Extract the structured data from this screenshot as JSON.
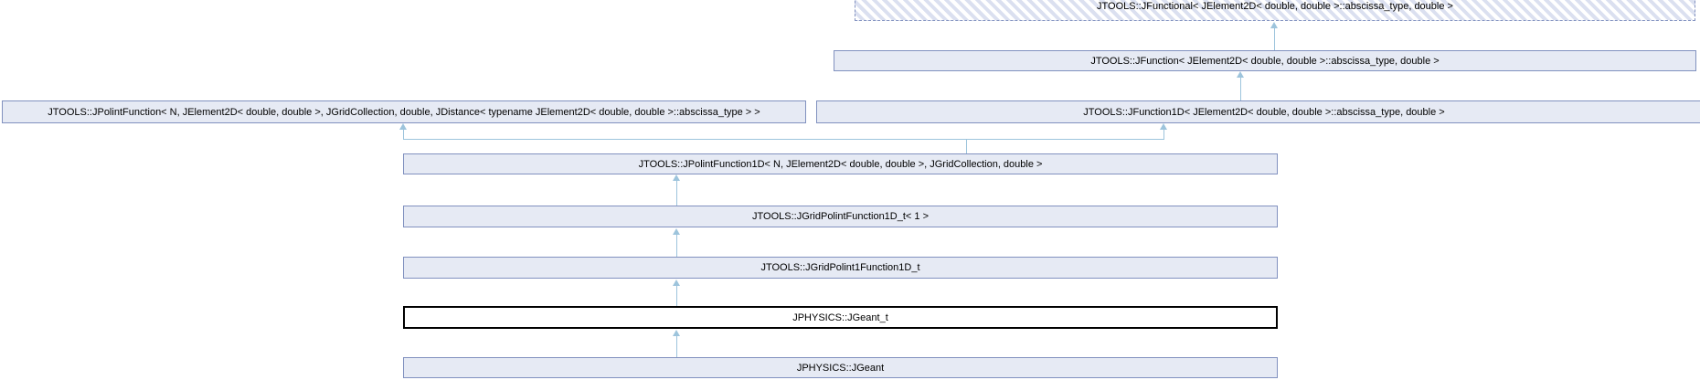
{
  "diagram": {
    "type": "class-inheritance-graph",
    "colors": {
      "node_fill": "#e6eaf4",
      "node_border": "#8191bf",
      "hatch_stripe": "#dbe0f0",
      "current_node_border": "#000000",
      "current_node_fill": "#ffffff",
      "edge": "#9dc4dc",
      "text": "#000000",
      "background": "#ffffff"
    },
    "nodes": [
      {
        "id": "jfunctional",
        "label": "JTOOLS::JFunctional< JElement2D< double, double >::abscissa_type, double >",
        "style": "dashed-hatched"
      },
      {
        "id": "jfunction",
        "label": "JTOOLS::JFunction< JElement2D< double, double >::abscissa_type, double >",
        "style": "solid"
      },
      {
        "id": "jpolintfunction",
        "label": "JTOOLS::JPolintFunction< N, JElement2D< double, double >, JGridCollection, double, JDistance< typename JElement2D< double, double >::abscissa_type > >",
        "style": "solid"
      },
      {
        "id": "jfunction1d",
        "label": "JTOOLS::JFunction1D< JElement2D< double, double >::abscissa_type, double >",
        "style": "solid"
      },
      {
        "id": "jpolintfunction1d",
        "label": "JTOOLS::JPolintFunction1D< N, JElement2D< double, double >, JGridCollection, double >",
        "style": "solid"
      },
      {
        "id": "jgridpolintfunction1d_t",
        "label": "JTOOLS::JGridPolintFunction1D_t< 1 >",
        "style": "solid"
      },
      {
        "id": "jgridpolint1function1d_t",
        "label": "JTOOLS::JGridPolint1Function1D_t",
        "style": "solid"
      },
      {
        "id": "jgeant_t",
        "label": "JPHYSICS::JGeant_t",
        "style": "current-class"
      },
      {
        "id": "jgeant",
        "label": "JPHYSICS::JGeant",
        "style": "solid"
      }
    ],
    "edges": [
      {
        "from": "jfunction",
        "to": "jfunctional",
        "type": "inherits"
      },
      {
        "from": "jfunction1d",
        "to": "jfunction",
        "type": "inherits"
      },
      {
        "from": "jpolintfunction1d",
        "to": "jpolintfunction",
        "type": "inherits"
      },
      {
        "from": "jpolintfunction1d",
        "to": "jfunction1d",
        "type": "inherits"
      },
      {
        "from": "jgridpolintfunction1d_t",
        "to": "jpolintfunction1d",
        "type": "inherits"
      },
      {
        "from": "jgridpolint1function1d_t",
        "to": "jgridpolintfunction1d_t",
        "type": "inherits"
      },
      {
        "from": "jgeant_t",
        "to": "jgridpolint1function1d_t",
        "type": "inherits"
      },
      {
        "from": "jgeant",
        "to": "jgeant_t",
        "type": "inherits"
      }
    ]
  }
}
